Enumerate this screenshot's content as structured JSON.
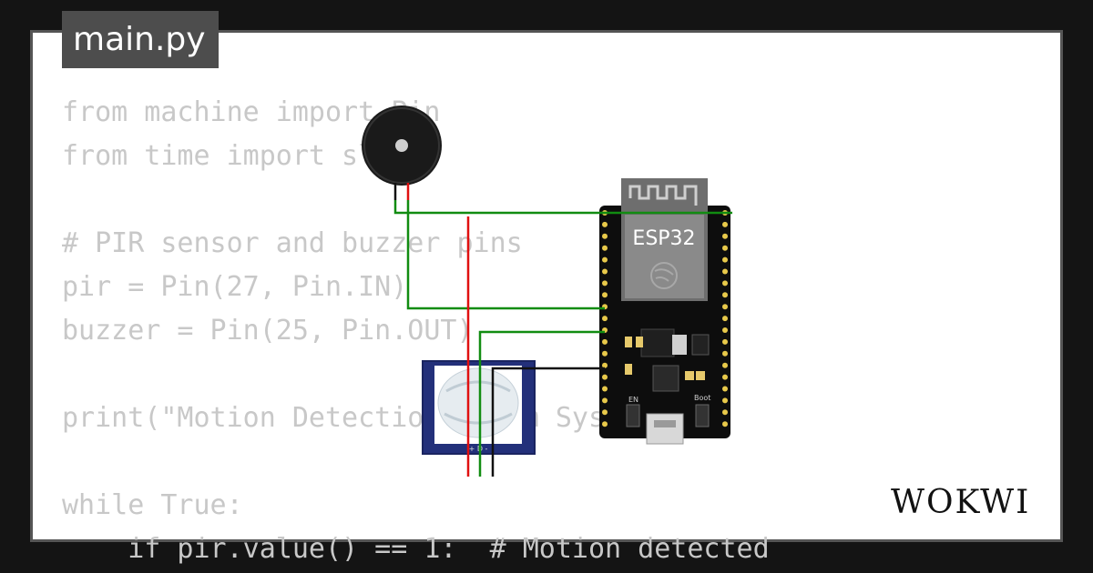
{
  "tab": {
    "filename": "main.py"
  },
  "code": {
    "lines": [
      "from machine import Pin",
      "from time import sleep",
      "",
      "# PIR sensor and buzzer pins",
      "pir = Pin(27, Pin.IN)",
      "buzzer = Pin(25, Pin.OUT)",
      "",
      "print(\"Motion Detection Alarm System\")",
      "",
      "while True:",
      "    if pir.value() == 1:  # Motion detected"
    ]
  },
  "board": {
    "label": "ESP32",
    "en_label": "EN",
    "boot_label": "Boot"
  },
  "wires": {
    "green": "#118c11",
    "red": "#e01010",
    "black": "#111111"
  },
  "logo": {
    "text": "WOKWI"
  },
  "colors": {
    "background": "#141414",
    "card": "#ffffff",
    "code": "#c8c8c8",
    "tab": "#4d4d4d"
  }
}
